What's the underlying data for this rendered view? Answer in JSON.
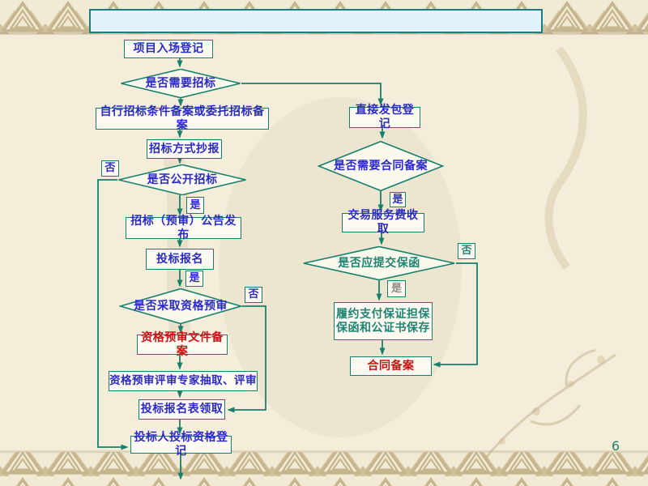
{
  "slide": {
    "title_text": "",
    "page_number": "6"
  },
  "labels": {
    "yes": "是",
    "no": "否"
  },
  "nodes": {
    "project_entry": {
      "label": "项目入场登记"
    },
    "need_bid": {
      "label": "是否需要招标"
    },
    "self_bid_filing": {
      "label": "自行招标条件备案或委托招标备案"
    },
    "bid_method_report": {
      "label": "招标方式抄报"
    },
    "open_bid": {
      "label": "是否公开招标"
    },
    "announce": {
      "label": "招标（预审）公告发布"
    },
    "bid_signup": {
      "label": "投标报名"
    },
    "prequalification": {
      "label": "是否采取资格预审"
    },
    "prequal_doc_filing": {
      "label": "资格预审文件备案"
    },
    "expert_review": {
      "label": "资格预审评审专家抽取、评审"
    },
    "signup_form": {
      "label": "投标报名表领取"
    },
    "bidder_reg": {
      "label": "投标人投标资格登记"
    },
    "direct_contract": {
      "label": "直接发包登记"
    },
    "need_contract_filing": {
      "label": "是否需要合同备案"
    },
    "service_fee": {
      "label": "交易服务费收取"
    },
    "need_guarantee": {
      "label": "是否应提交保函"
    },
    "guarantee_storage": {
      "label": "履约支付保证担保\n保函和公证书保存"
    },
    "contract_filing": {
      "label": "合同备案"
    }
  },
  "colors": {
    "line_teal": "#17806d",
    "text_blue": "#2a2ac6",
    "text_red": "#cc1212",
    "text_teal": "#1f8473",
    "title_fill": "#e2f3fb",
    "background": "#f3edda",
    "band_tan": "#c6b68d"
  }
}
